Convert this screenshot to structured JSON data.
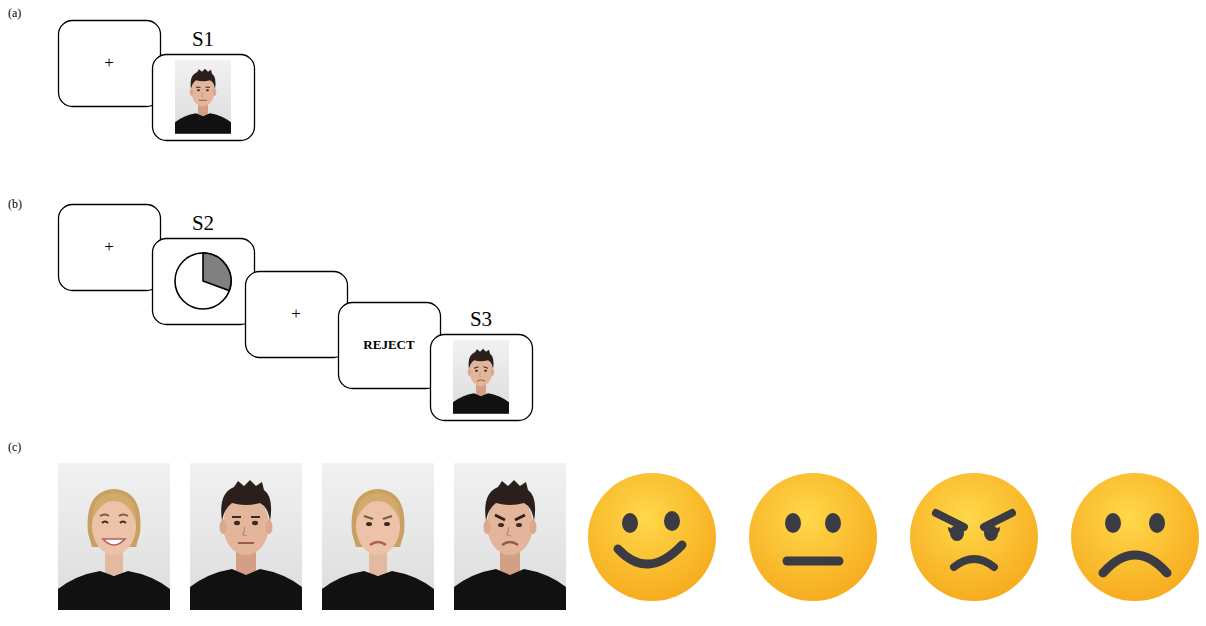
{
  "diagram": {
    "nodes": [
      {
        "text": [
          "+"
        ]
      },
      {
        "text": [
          "S1"
        ]
      },
      {
        "text": [
          "+"
        ]
      },
      {
        "text": [
          "S2"
        ]
      },
      {
        "text": [
          "+"
        ]
      },
      {
        "text": [
          "REJECT"
        ]
      },
      {
        "text": [
          "S3"
        ]
      }
    ],
    "labels": [
      "(a)",
      "(b)",
      "(c)"
    ]
  }
}
